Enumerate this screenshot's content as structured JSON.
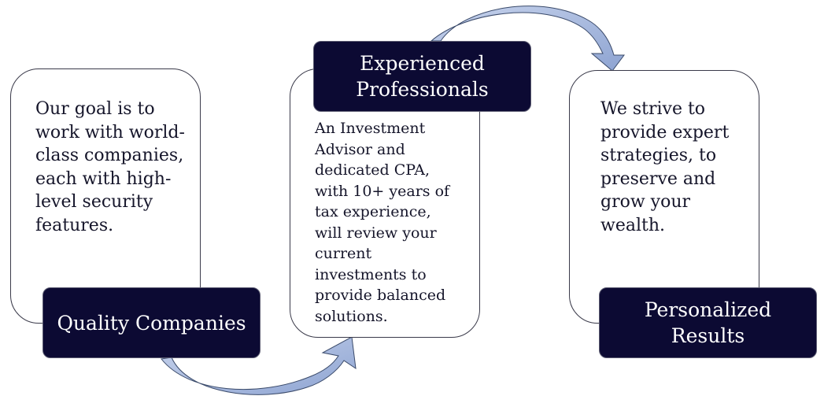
{
  "steps": [
    {
      "label": "Quality Companies",
      "text": "Our goal is to work with world-class companies, each with high-level security features."
    },
    {
      "label": "Experienced Professionals",
      "text": "An Investment Advisor and dedicated CPA, with 10+ years of tax experience, will review your current investments to provide balanced solutions."
    },
    {
      "label": "Personalized Results",
      "text": "We strive to provide expert strategies, to preserve and grow your wealth."
    }
  ],
  "colors": {
    "label_fill": "#0c0a33",
    "arrow_fill": "#9bb0d8",
    "arrow_stroke": "#3a4a6a",
    "card_border": "#3a3a4a"
  }
}
